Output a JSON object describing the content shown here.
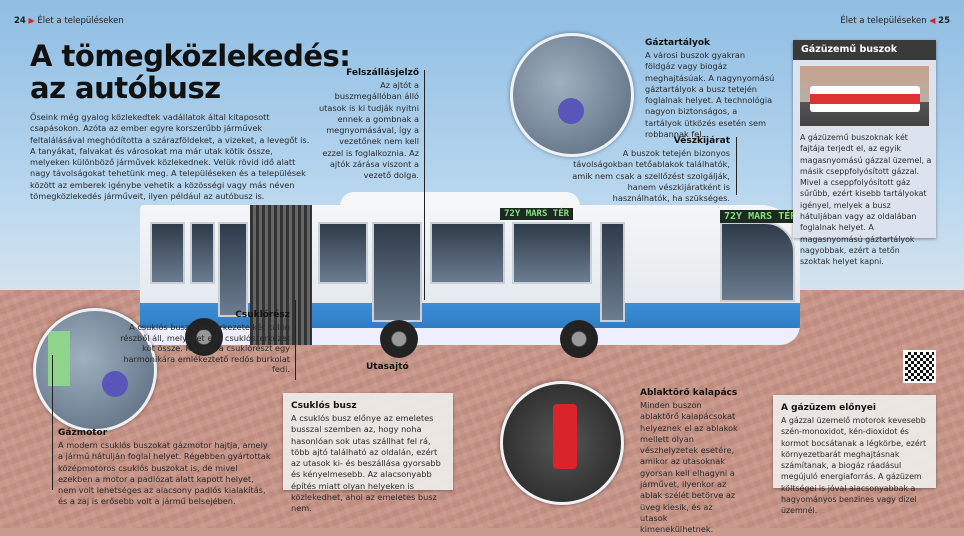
{
  "header_left": {
    "page": "24",
    "section": "Élet a településeken"
  },
  "header_right": {
    "page": "25",
    "section": "Élet a településeken"
  },
  "title_line1": "A tömegközlekedés:",
  "title_line2": "az autóbusz",
  "intro": "Őseink még gyalog közlekedtek vadállatok által kitaposott csapásokon. Azóta az ember egyre korszerűbb járművek feltalálásával meghódította a szárazföldeket, a vizeket, a levegőt is. A tanyákat, falvakat és városokat ma már utak kötik össze, melyeken különböző járművek közlekednek. Velük rövid idő alatt nagy távolságokat tehetünk meg. A településeken és a települések között az emberek igénybe vehetik a közösségi vagy más néven tömegközlekedés járműveit, ilyen például az autóbusz is.",
  "felszallasjelzo": {
    "title": "Felszállásjelző",
    "text": "Az ajtót a buszmegállóban álló utasok is ki tudják nyitni ennek a gombnak a megnyomásával, így a vezetőnek nem kell ezzel is foglalkoznia. Az ajtók zárása viszont a vezető dolga."
  },
  "gaztartalyok": {
    "title": "Gáztartályok",
    "text": "A városi buszok gyakran földgáz vagy biogáz meghajtásúak. A nagynyomású gáztartályok a busz tetején foglalnak helyet. A technológia nagyon biztonságos, a tartályok ütközés esetén sem robbannak fel."
  },
  "veszkijarat": {
    "title": "Vészkijárat",
    "text": "A buszok tetején bizonyos távolságokban tetőablakok találhatók, amik nem csak a szellőzést szolgálják, hanem vészkijáratként is használhatók, ha szükséges."
  },
  "sidebar": {
    "title": "Gázüzemű buszok",
    "text": "A gázüzemű buszoknak két fajtája terjedt el, az egyik magasnyomású gázzal üzemel, a másik cseppfolyósított gázzal. Mivel a cseppfolyósított gáz sűrűbb, ezért kisebb tartályokat igényel, melyek a busz hátuljában vagy az oldalában foglalnak helyet. A magasnyomású gáztartályok nagyobbak, ezért a tetőn szoktak helyet kapni."
  },
  "csuklo_resz": {
    "title": "Csuklórész",
    "text": "A csuklós busz vázszerkezete két külön részből áll, melyeket egy csuklószerkezet köt össze. Kívülről a csuklórészt egy harmonikára emlékeztető redős burkolat fedi."
  },
  "gazmotor": {
    "title": "Gázmotor",
    "text": "A modern csuklós buszokat gázmotor hajtja, amely a jármű hátulján foglal helyet. Régebben gyártottak középmotoros csuklós buszokat is, de mivel ezekben a motor a padlózat alatt kapott helyet, nem volt lehetséges az alacsony padlós kialakítás, és a zaj is erősebb volt a jármű belsejében."
  },
  "csuklos_busz": {
    "title": "Csuklós busz",
    "text": "A csuklós busz előnye az emeletes busszal szemben az, hogy noha hasonlóan sok utas szállhat fel rá, több ajtó található az oldalán, ezért az utasok ki- és beszállása gyorsabb és kényelmesebb. Az alacsonyabb építés miatt olyan helyeken is közlekedhet, ahol az emeletes busz nem."
  },
  "utasajto": "Utasajtó",
  "ablaktoro": {
    "title": "Ablaktörő kalapács",
    "text": "Minden buszon ablaktörő kalapácsokat helyeznek el az ablakok mellett olyan vészhelyzetek esetére, amikor az utasoknak gyorsan kell elhagyni a járművet, ilyenkor az ablak szélét betörve az üveg kiesik, és az utasok kimenekülhetnek."
  },
  "elonyei": {
    "title": "A gázüzem előnyei",
    "text": "A gázzal üzemelő motorok kevesebb szén-monoxidot, kén-dioxidot és kormot bocsátanak a légkörbe, ezért környezetbarát meghajtásnak számítanak, a biogáz ráadásul megújuló energiaforrás. A gázüzem költségei is jóval alacsonyabbak a hagyományos benzines vagy dízel üzemnél."
  },
  "bus_display": {
    "route": "72Y",
    "destination": "MARS TÉR"
  },
  "colors": {
    "accent_red": "#d22222",
    "bus_blue": "#2f7cc4",
    "sidebar_header": "#3a3a3a",
    "display_green": "#7fe37a"
  }
}
